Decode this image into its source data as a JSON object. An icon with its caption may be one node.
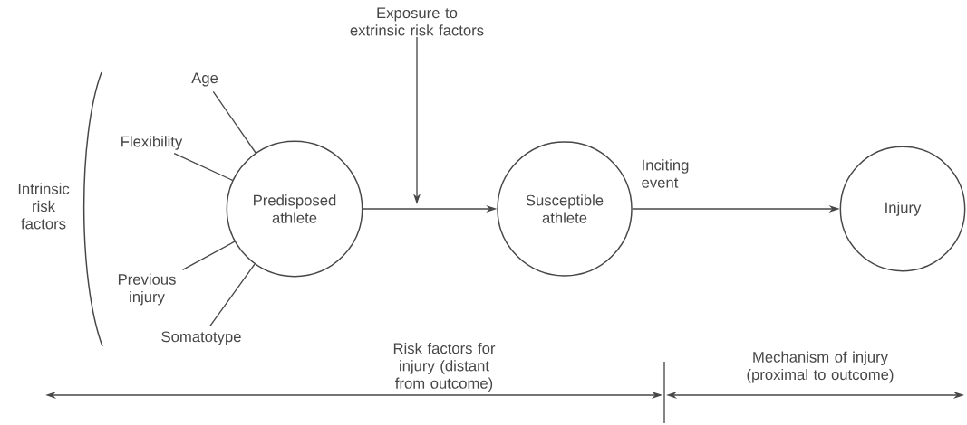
{
  "diagram": {
    "nodes": [
      {
        "text": [
          "Exposure to extrinsic risk factors"
        ]
      },
      {
        "text": [
          "Age"
        ]
      },
      {
        "text": [
          "Flexibility"
        ]
      },
      {
        "text": [
          "Previous injury"
        ]
      },
      {
        "text": [
          "Somatotype"
        ]
      },
      {
        "text": [
          "Predisposed athlete"
        ]
      },
      {
        "text": [
          "Susceptible athlete"
        ]
      },
      {
        "text": [
          "Injury"
        ]
      }
    ],
    "edges": [
      {
        "from": 0,
        "to": null,
        "arrow": "to"
      },
      {
        "from": 1,
        "to": 5,
        "arrow": "none"
      },
      {
        "from": 2,
        "to": 5,
        "arrow": "none"
      },
      {
        "from": 3,
        "to": 5,
        "arrow": "none"
      },
      {
        "from": 4,
        "to": 5,
        "arrow": "none"
      },
      {
        "from": 5,
        "to": 6,
        "arrow": "to"
      },
      {
        "from": 6,
        "to": 7,
        "label": "Inciting event",
        "arrow": "to"
      }
    ],
    "labels": [
      "Intrinsic risk factors",
      "Risk factors for injury (distant from outcome)",
      "Mechanism of injury (proximal to outcome)"
    ]
  }
}
